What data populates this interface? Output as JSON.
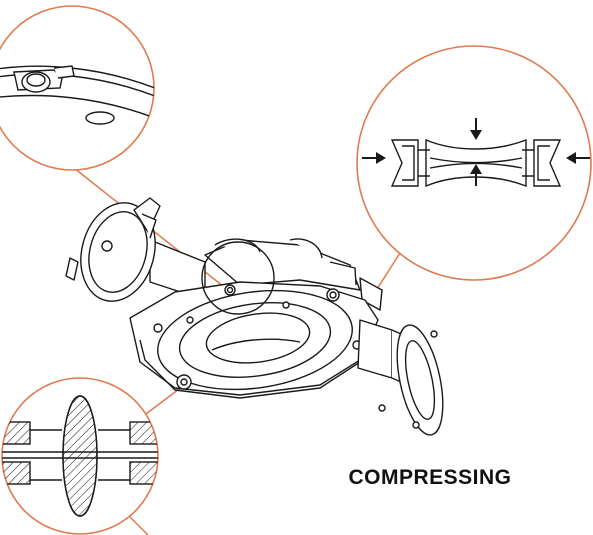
{
  "caption": "COMPRESSING",
  "colors": {
    "callout": "#e07a4f",
    "line": "#1a1a1a",
    "background": "#ffffff"
  },
  "callouts": [
    {
      "name": "detail-hinge-clamp"
    },
    {
      "name": "detail-compression-arrows"
    },
    {
      "name": "detail-hatched-seal"
    }
  ]
}
